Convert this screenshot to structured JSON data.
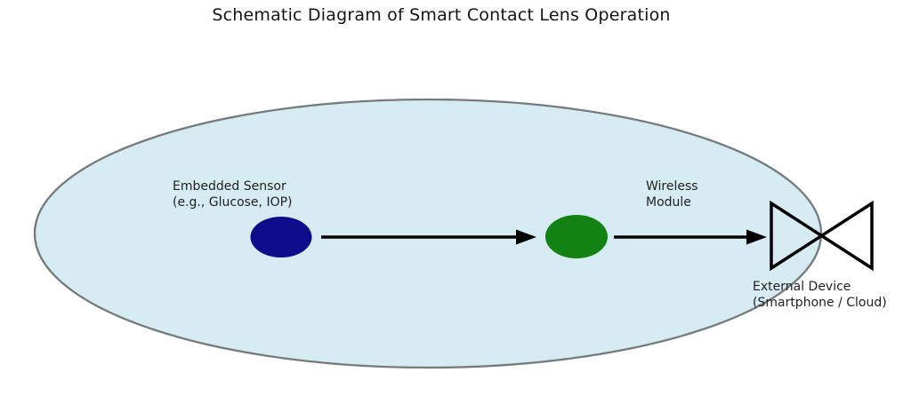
{
  "title": "Schematic Diagram of Smart Contact Lens Operation",
  "lens": {
    "name": "contact-lens-body",
    "fill_color": "#d6ebf2",
    "border_color": "#757b7e"
  },
  "sensor": {
    "label_line1": "Embedded Sensor",
    "label_line2": "(e.g., Glucose, IOP)",
    "color": "#0d0d8c"
  },
  "wireless": {
    "label_line1": "Wireless",
    "label_line2": "Module",
    "color": "#128212"
  },
  "external": {
    "label_line1": "External Device",
    "label_line2": "(Smartphone / Cloud)"
  },
  "arrows": {
    "color": "#000000"
  }
}
